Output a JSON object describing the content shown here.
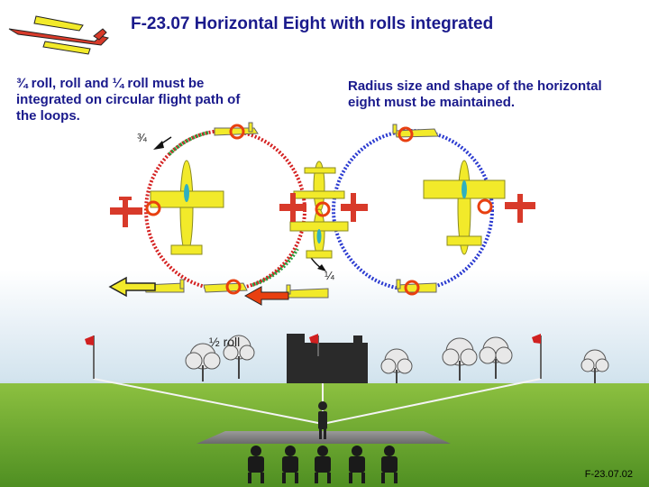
{
  "title": "F-23.07 Horizontal Eight with rolls integrated",
  "notes": {
    "left": "¾ roll, roll and ¼ roll must be integrated on circular flight path of the loops.",
    "right": "Radius size and shape of the horizontal eight must be maintained."
  },
  "labels": {
    "three_quarter": "¾",
    "one_quarter": "¼",
    "half_roll": "½ roll"
  },
  "figure_code": "F-23.07.02",
  "colors": {
    "loop_left_red": "#d42020",
    "loop_right_blue": "#2a3ad0",
    "roll_green": "#2aa040",
    "roll_marker": "#e84010",
    "plane_yellow": "#f2ea2a",
    "plane_red": "#d83a2a",
    "ground_green": "#5f9f2a",
    "text_blue": "#1a1a8c"
  }
}
